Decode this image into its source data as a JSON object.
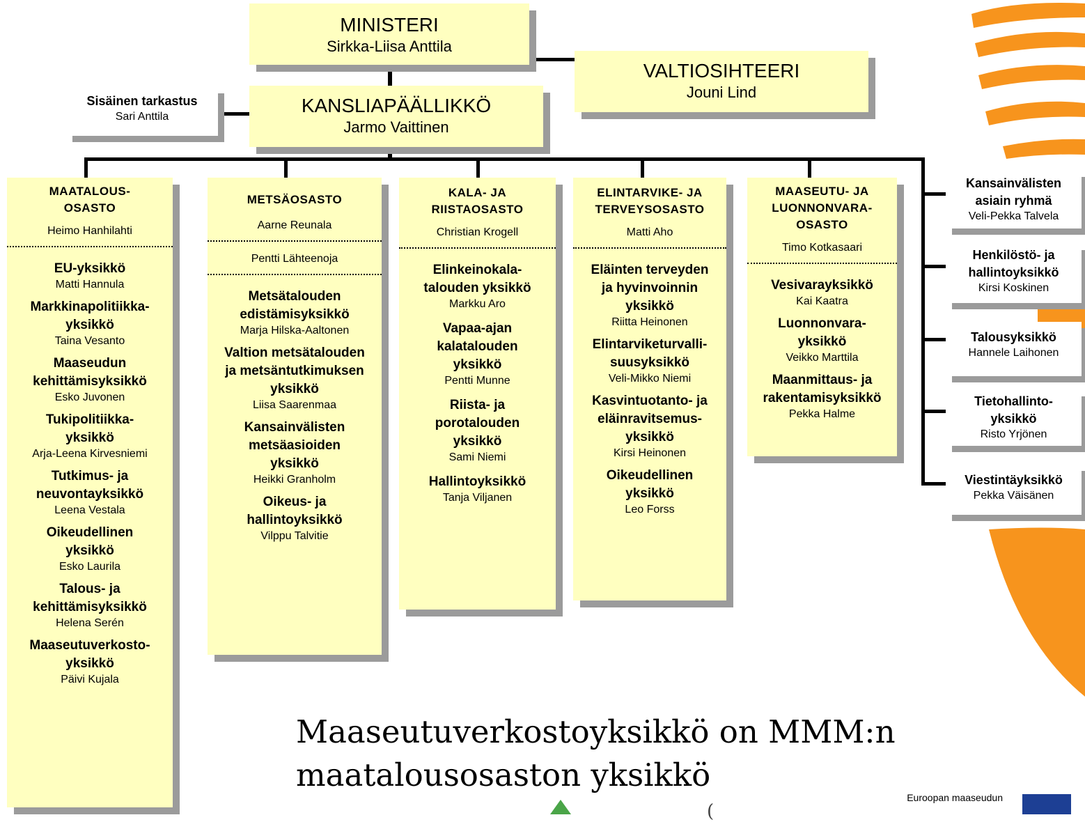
{
  "chart_title": "",
  "top": {
    "minister": {
      "title": "MINISTERI",
      "name": "Sirkka-Liisa Anttila"
    },
    "state_secretary": {
      "title": "VALTIOSIHTEERI",
      "name": "Jouni Lind"
    },
    "chancellery_head": {
      "title": "KANSLIAPÄÄLLIKKÖ",
      "name": "Jarmo Vaittinen"
    },
    "internal_audit": {
      "title": "Sisäinen tarkastus",
      "name": "Sari Anttila"
    }
  },
  "departments": [
    {
      "title": "MAATALOUS-\nOSASTO",
      "heads": [
        "Heimo Hanhilahti"
      ],
      "units": [
        {
          "name": "EU-yksikkö",
          "person": "Matti Hannula"
        },
        {
          "name": "Markkinapolitiikka-\nyksikkö",
          "person": "Taina Vesanto"
        },
        {
          "name": "Maaseudun\nkehittämisyksikkö",
          "person": "Esko Juvonen"
        },
        {
          "name": "Tukipolitiikka-\nyksikkö",
          "person": "Arja-Leena Kirvesniemi"
        },
        {
          "name": "Tutkimus- ja\nneuvontayksikkö",
          "person": "Leena Vestala"
        },
        {
          "name": "Oikeudellinen\nyksikkö",
          "person": "Esko Laurila"
        },
        {
          "name": "Talous- ja\nkehittämisyksikkö",
          "person": "Helena Serén"
        },
        {
          "name": "Maaseutuverkosto-\nyksikkö",
          "person": "Päivi Kujala"
        }
      ]
    },
    {
      "title": "METSÄOSASTO",
      "heads": [
        "Aarne Reunala",
        "Pentti Lähteenoja"
      ],
      "units": [
        {
          "name": "Metsätalouden\nedistämisyksikkö",
          "person": "Marja Hilska-Aaltonen"
        },
        {
          "name": "Valtion metsätalouden\nja metsäntutkimuksen\nyksikkö",
          "person": "Liisa Saarenmaa"
        },
        {
          "name": "Kansainvälisten\nmetsäasioiden\nyksikkö",
          "person": "Heikki Granholm"
        },
        {
          "name": "Oikeus- ja\nhallintoyksikkö",
          "person": "Vilppu Talvitie"
        }
      ]
    },
    {
      "title": "KALA- JA\nRIISTAOSASTO",
      "heads": [
        "Christian Krogell"
      ],
      "units": [
        {
          "name": "Elinkeinokala-\ntalouden yksikkö",
          "person": "Markku Aro"
        },
        {
          "name": "Vapaa-ajan\nkalatalouden\nyksikkö",
          "person": "Pentti Munne"
        },
        {
          "name": "Riista- ja\nporotalouden\nyksikkö",
          "person": "Sami Niemi"
        },
        {
          "name": "Hallintoyksikkö",
          "person": "Tanja Viljanen"
        }
      ]
    },
    {
      "title": "ELINTARVIKE- JA\nTERVEYSOSASTO",
      "heads": [
        "Matti Aho"
      ],
      "units": [
        {
          "name": "Eläinten terveyden\nja hyvinvoinnin\nyksikkö",
          "person": "Riitta Heinonen"
        },
        {
          "name": "Elintarviketurvalli-\nsuusyksikkö",
          "person": "Veli-Mikko Niemi"
        },
        {
          "name": "Kasvintuotanto- ja\neläinravitsemus-\nyksikkö",
          "person": "Kirsi Heinonen"
        },
        {
          "name": "Oikeudellinen\nyksikkö",
          "person": "Leo Forss"
        }
      ]
    },
    {
      "title": "MAASEUTU- JA\nLUONNONVARA-\nOSASTO",
      "heads": [
        "Timo Kotkasaari"
      ],
      "units": [
        {
          "name": "Vesivarayksikkö",
          "person": "Kai Kaatra"
        },
        {
          "name": "Luonnonvara-\nyksikkö",
          "person": "Veikko Marttila"
        },
        {
          "name": "Maanmittaus- ja\nrakentamisyksikkö",
          "person": "Pekka Halme"
        }
      ]
    }
  ],
  "side_units": [
    {
      "name": "Kansainvälisten\nasiain ryhmä",
      "person": "Veli-Pekka Talvela"
    },
    {
      "name": "Henkilöstö- ja\nhallintoyksikkö",
      "person": "Kirsi Koskinen"
    },
    {
      "name": "Talousyksikkö",
      "person": "Hannele Laihonen"
    },
    {
      "name": "Tietohallinto-\nyksikkö",
      "person": "Risto Yrjönen"
    },
    {
      "name": "Viestintäyksikkö",
      "person": "Pekka Väisänen"
    }
  ],
  "caption": {
    "line1": "Maaseutuverkostoyksikkö on MMM:n",
    "line2": "maatalousosaston yksikkö"
  },
  "footer": {
    "eu_text": "Euroopan maaseudun"
  },
  "colors": {
    "box_fill": "#ffffc0",
    "shadow": "#9b9b9b",
    "sun": "#f7941d"
  }
}
